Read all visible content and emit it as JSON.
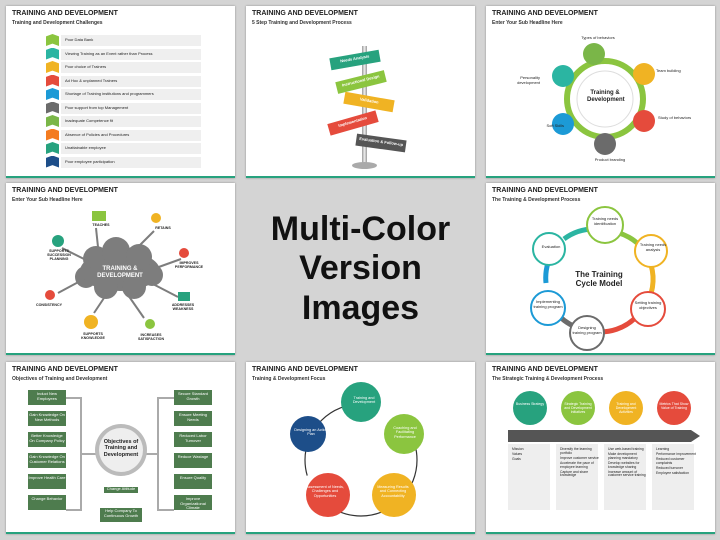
{
  "center": {
    "line1": "Multi-Color",
    "line2": "Version Images"
  },
  "s1": {
    "title": "TRAINING AND DEVELOPMENT",
    "sub": "Training and Development Challenges",
    "items": [
      "Poor Data Bank",
      "Viewing Training as an Event rather than Process",
      "Poor choice of Trainers",
      "Ad Hoc & unplanned Trainers",
      "Shortage of Training institutions and programmers",
      "Poor support from top Management",
      "Inadequate Competence fit",
      "Absence of Policies and Procedures",
      "Unattainable employee",
      "Poor employee participation"
    ]
  },
  "s2": {
    "title": "TRAINING AND DEVELOPMENT",
    "sub": "5 Step Training and Development Process",
    "signs": [
      "Needs Analysis",
      "Instructional Design",
      "Validation",
      "Implementation",
      "Evaluation & Follow-up"
    ]
  },
  "s3": {
    "title": "TRAINING AND DEVELOPMENT",
    "sub": "Enter Your Sub Headline Here",
    "center": "Training & Development",
    "labels": [
      "Types of behaviors",
      "Team building",
      "Study of behaviors",
      "Product branding",
      "Soft Skills",
      "Personality development"
    ]
  },
  "s4": {
    "title": "TRAINING AND DEVELOPMENT",
    "sub": "Enter Your Sub Headline Here",
    "center": "TRAINING & DEVELOPMENT",
    "labels": [
      "TEACHES",
      "RETAINS",
      "IMPROVES PERFORMANCE",
      "ADDRESSES WEAKNESS",
      "INCREASES SATISFACTION",
      "SUPPORTS KNOWLEDGE",
      "CONSISTENCY",
      "SUPPORTS SUCCESSION PLANNING"
    ]
  },
  "s5": {
    "title": "TRAINING AND DEVELOPMENT",
    "sub": "The Training & Development Process",
    "center": "The Training Cycle Model",
    "labels": [
      "Training needs identification",
      "Training needs analysis",
      "Setting training objectives",
      "Designing training program",
      "Implementing training program",
      "Evaluation"
    ]
  },
  "s6": {
    "title": "TRAINING AND DEVELOPMENT",
    "sub": "Objectives of Training and Development",
    "center": "Objectives of Training and Development",
    "left": [
      "Induct New Employees",
      "Gain Knowledge On New Methods",
      "Better Knowledge On Company Policy",
      "Gain Knowledge On Customer Relations",
      "Improve Health Care",
      "Change Behavior"
    ],
    "right": [
      "Secure Standard Growth",
      "Ensure Meeting Needs",
      "Reduced Labor Turnover",
      "Reduce Wastage",
      "Ensure Quality",
      "Improve Organizational Climate"
    ],
    "bottom1": "Change Attitude",
    "bottom2": "Help Company To Continuous Growth"
  },
  "s7": {
    "title": "TRAINING AND DEVELOPMENT",
    "sub": "Training & Development Focus",
    "labels": [
      "Training and Development",
      "Coaching and Facilitating Performance",
      "Measuring Results and Connecting Accountability",
      "Assessment of Needs, Challenges and Opportunities",
      "Designing an Action Plan"
    ]
  },
  "s8": {
    "title": "TRAINING AND DEVELOPMENT",
    "sub": "The Strategic Training & Development Process",
    "heads": [
      "Business Strategy",
      "Strategic Training and Development Initiatives",
      "Training and Development Activities",
      "Metrics That Show Value of Training"
    ],
    "lists": [
      [
        "Mission",
        "Values",
        "Goals"
      ],
      [
        "Diversify the learning portfolio",
        "Improve customer service",
        "Accelerate the pace of employee learning",
        "Capture and share knowledge"
      ],
      [
        "Use web-based training",
        "Make development planning mandatory",
        "Develop websites for knowledge sharing",
        "Increase amount of customer service training"
      ],
      [
        "Learning",
        "Performance improvement",
        "Reduced customer complaints",
        "Reduced turnover",
        "Employee satisfaction"
      ]
    ]
  }
}
